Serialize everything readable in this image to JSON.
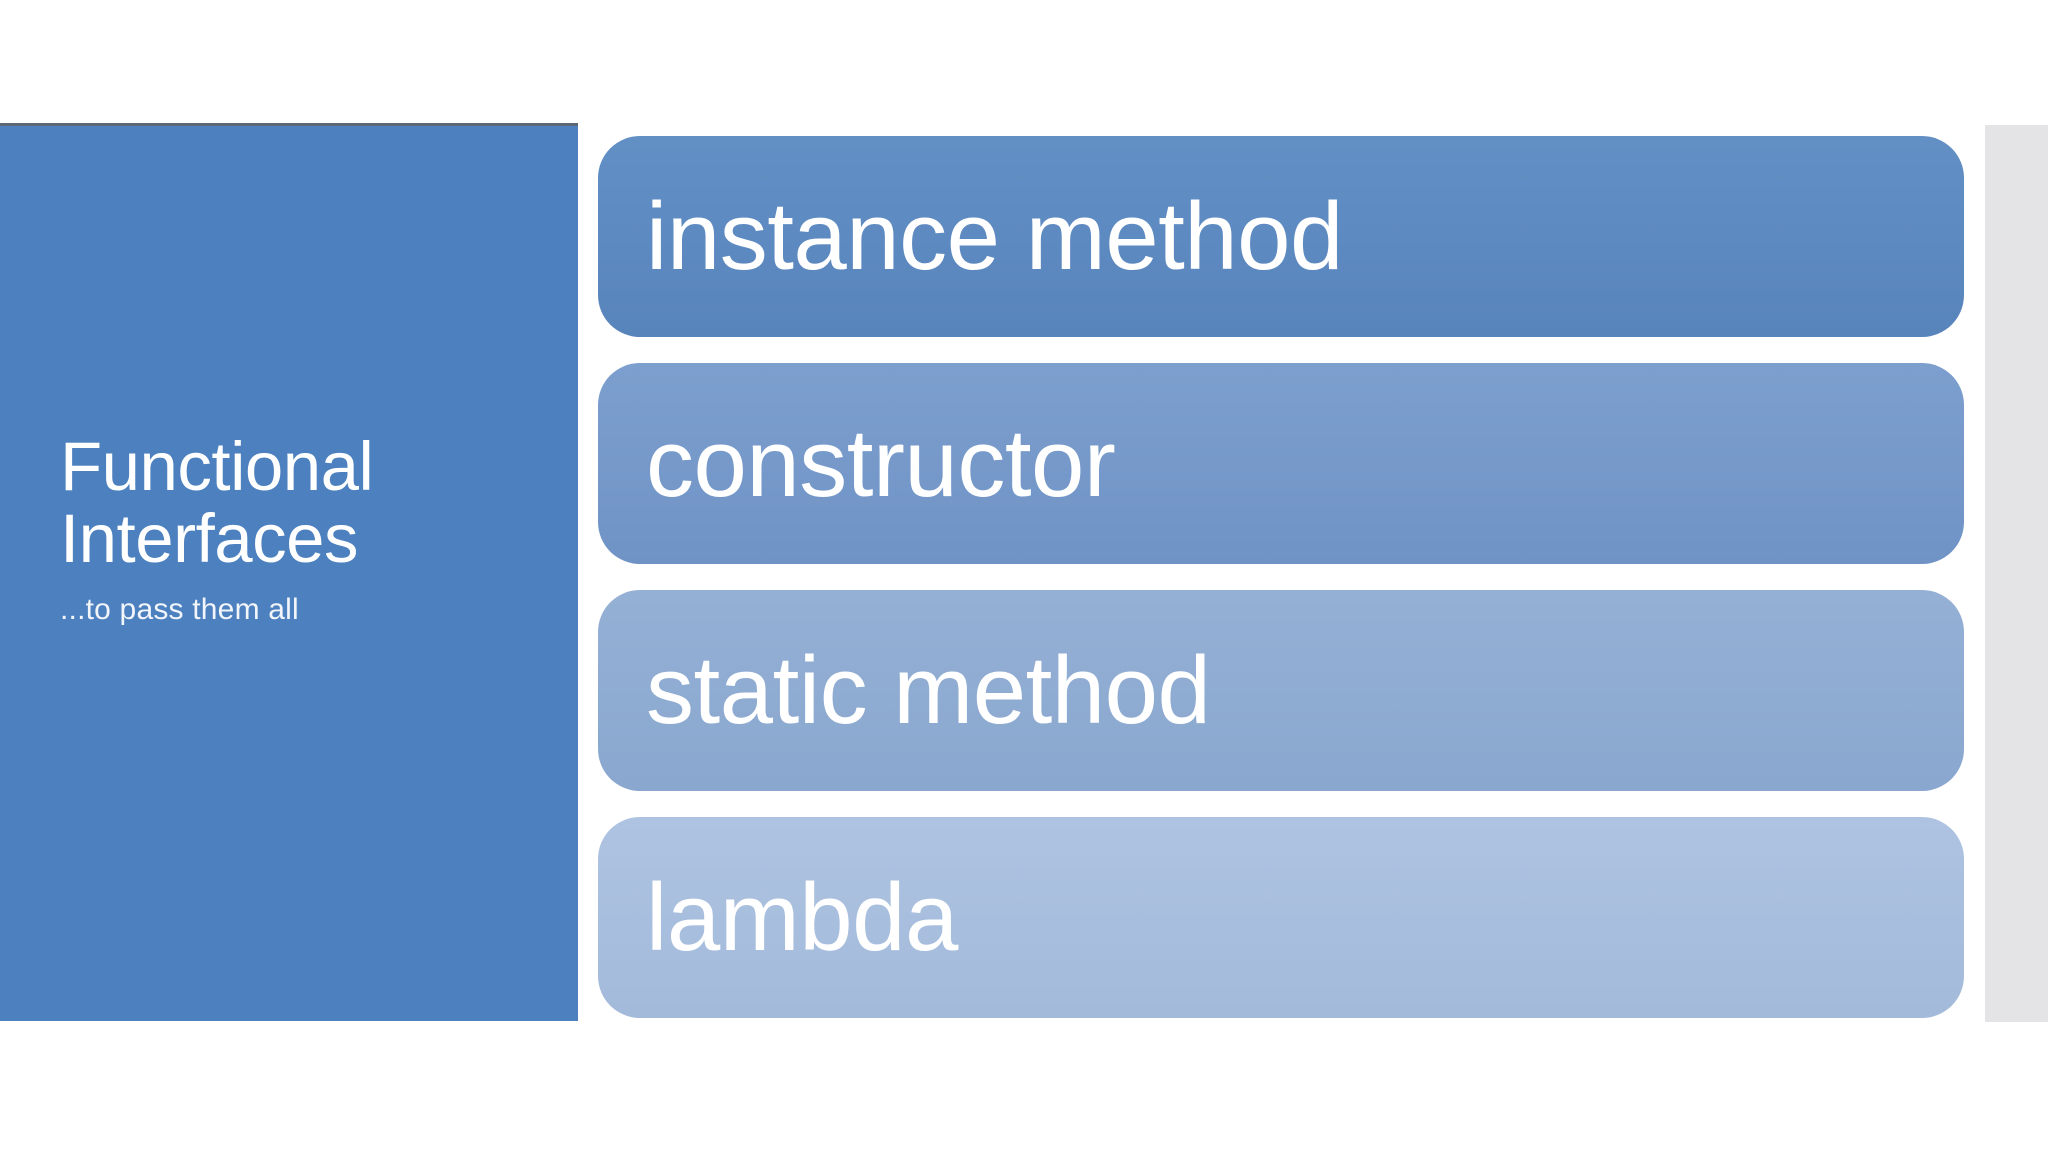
{
  "slide": {
    "title": "Functional Interfaces",
    "subtitle": "...to pass them all",
    "colors": {
      "sidebar": "#4C80BF",
      "sidebar_top_border": "#5B6875",
      "right_strip": "#E4E4E6",
      "text": "#FFFFFF"
    },
    "items": [
      {
        "label": "instance method",
        "color_top": "#6290C5",
        "color_bottom": "#5884BC"
      },
      {
        "label": "constructor",
        "color_top": "#7C9FCE",
        "color_bottom": "#7093C6"
      },
      {
        "label": "static method",
        "color_top": "#95B0D5",
        "color_bottom": "#89A7CF"
      },
      {
        "label": "lambda",
        "color_top": "#AEC3E1",
        "color_bottom": "#A3BADB"
      }
    ]
  }
}
